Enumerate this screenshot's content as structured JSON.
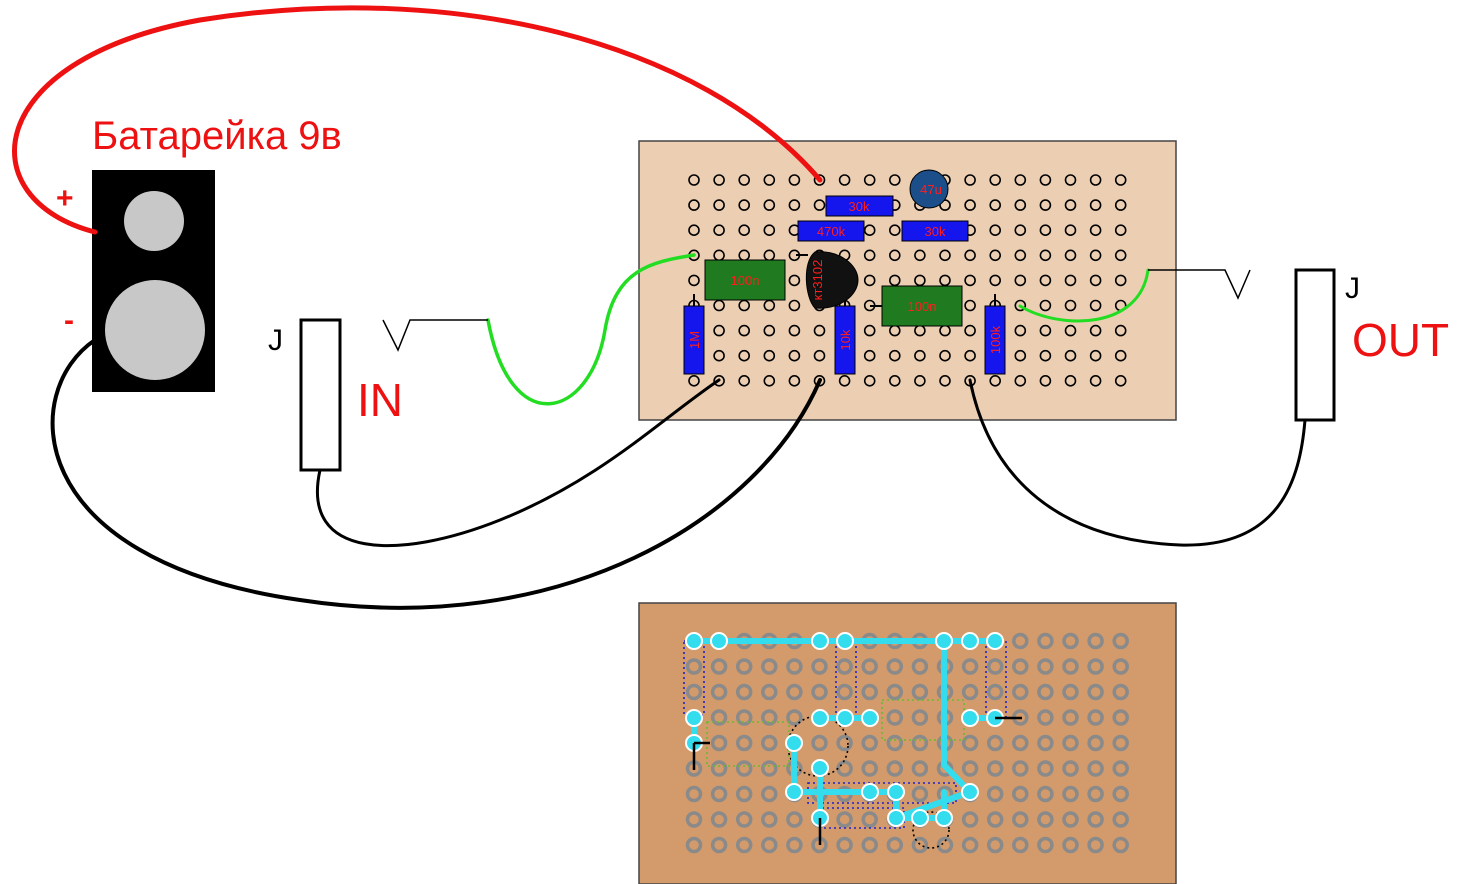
{
  "battery": {
    "label": "Батарейка 9в",
    "plus": "+",
    "minus": "-"
  },
  "jacks": {
    "in": {
      "letter": "J",
      "label": "IN"
    },
    "out": {
      "letter": "J",
      "label": "OUT"
    }
  },
  "components": {
    "r_30k_top": "30k",
    "r_470k": "470k",
    "r_30k_right": "30k",
    "cap_47u": "47u",
    "cap_100n_left": "100n",
    "transistor": "кт3102",
    "cap_100n_right": "100n",
    "r_1m": "1M",
    "r_10k": "10k",
    "r_100k": "100k"
  },
  "colors": {
    "board_top": "#eccfb3",
    "board_bottom": "#d39b6b",
    "hole_top": "#000000",
    "hole_bottom": "#8a8a8a",
    "wire_red": "#ee1111",
    "wire_green": "#22dd22",
    "wire_black": "#000000",
    "resistor": "#1515ee",
    "capacitor": "#207a20",
    "electrolytic": "#1c4e8a",
    "track": "#33ddee",
    "label_red": "#ee1111"
  }
}
